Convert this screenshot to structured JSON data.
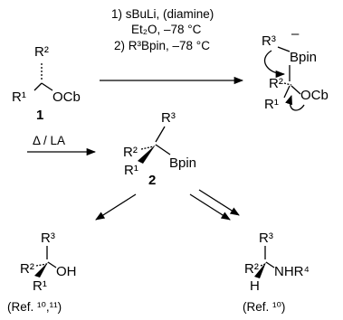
{
  "conditions": {
    "step1_line1": "1) sBuLi, (diamine)",
    "step1_line2": "Et₂O, –78 °C",
    "step2": "2) R³Bpin, –78 °C",
    "second_arrow": "Δ / LA"
  },
  "compound1": {
    "R1": "R¹",
    "R2": "R²",
    "group": "OCb",
    "number": "1"
  },
  "boronate_complex": {
    "R3": "R³",
    "charge": "–",
    "boron": "Bpin",
    "R2": "R²",
    "R1": "R¹",
    "leaving": "OCb"
  },
  "compound2": {
    "R3": "R³",
    "R2": "R²",
    "R1": "R¹",
    "boron": "Bpin",
    "number": "2"
  },
  "alcohol": {
    "R3": "R³",
    "R2": "R²",
    "R1": "R¹",
    "group": "OH",
    "ref": "(Ref. ¹⁰,¹¹)"
  },
  "amine": {
    "R3": "R³",
    "R2": "R²",
    "H": "H",
    "group": "NHR⁴",
    "ref": "(Ref. ¹⁰)"
  }
}
